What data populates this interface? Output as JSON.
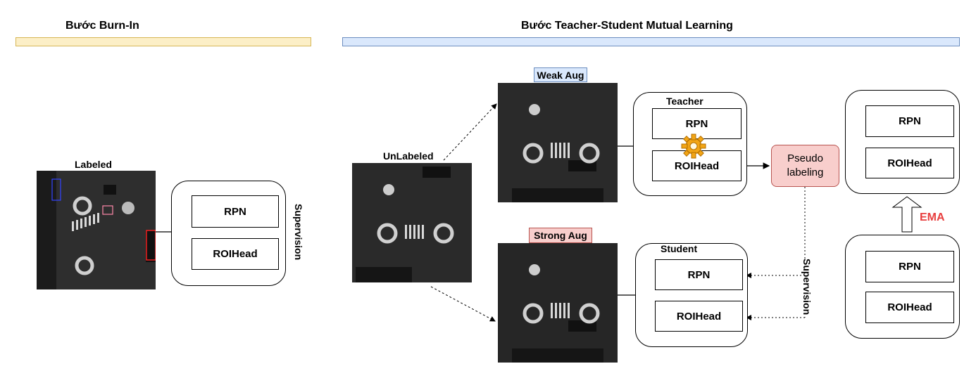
{
  "sections": {
    "burnin_title": "Bước Burn-In",
    "mutual_title": "Bước Teacher-Student Mutual Learning"
  },
  "images": {
    "labeled": "Labeled",
    "unlabeled": "UnLabeled",
    "weak_aug": "Weak Aug",
    "strong_aug": "Strong Aug"
  },
  "models": {
    "burnin": {
      "rpn": "RPN",
      "roihead": "ROIHead"
    },
    "teacher": {
      "title": "Teacher",
      "rpn": "RPN",
      "roihead": "ROIHead"
    },
    "student": {
      "title": "Student",
      "rpn": "RPN",
      "roihead": "ROIHead"
    },
    "ema_top": {
      "rpn": "RPN",
      "roihead": "ROIHead"
    },
    "ema_bottom": {
      "rpn": "RPN",
      "roihead": "ROIHead"
    }
  },
  "pseudo_labeling": {
    "line1": "Pseudo",
    "line2": "labeling"
  },
  "supervision_label": "Supervision",
  "student_supervision_label": "Supervision",
  "ema_label": "EMA",
  "gear_icon": "gear-icon",
  "colors": {
    "burnin_bar": "#fcefc7",
    "mutual_bar": "#dae8fc",
    "weak_tag": "#dae8fc",
    "strong_tag": "#f8cecc",
    "pseudo_box": "#f8cecc",
    "ema_text": "#e83e3e"
  }
}
